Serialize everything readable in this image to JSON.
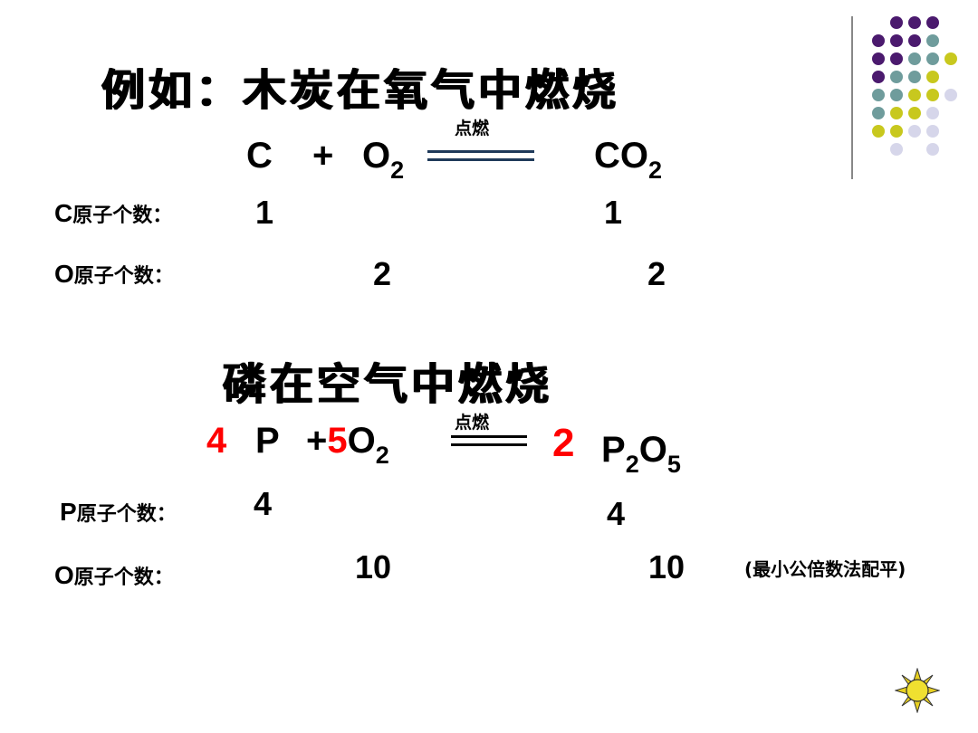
{
  "example1": {
    "title": "例如：木炭在氧气中燃烧",
    "reactant1": "C",
    "plus": "+",
    "reactant2": "O",
    "reactant2_sub": "2",
    "condition": "点燃",
    "product": "CO",
    "product_sub": "2",
    "row_c_label_en": "C",
    "row_c_label_cn": "原子个数：",
    "row_c_left": "1",
    "row_c_right": "1",
    "row_o_label_en": "O",
    "row_o_label_cn": "原子个数：",
    "row_o_left": "2",
    "row_o_right": "2"
  },
  "example2": {
    "title": "磷在空气中燃烧",
    "coef1": "4",
    "reactant1": "P",
    "plus": "+",
    "coef2": "5",
    "reactant2": "O",
    "reactant2_sub": "2",
    "condition": "点燃",
    "coef3": "2",
    "product_p": "P",
    "product_p_sub": "2",
    "product_o": "O",
    "product_o_sub": "5",
    "row_p_label_en": "P",
    "row_p_label_cn": "原子个数：",
    "row_p_left": "4",
    "row_p_right": "4",
    "row_o_label_en": "O",
    "row_o_label_cn": "原子个数：",
    "row_o_left": "10",
    "row_o_right": "10",
    "note": "(最小公倍数法配平)"
  },
  "colors": {
    "purple": "#4b1a6e",
    "teal": "#6f9c9c",
    "olive": "#c8c81e",
    "lavender": "#d6d6ea",
    "red": "#ff0000",
    "line": "#1f3a5a"
  }
}
